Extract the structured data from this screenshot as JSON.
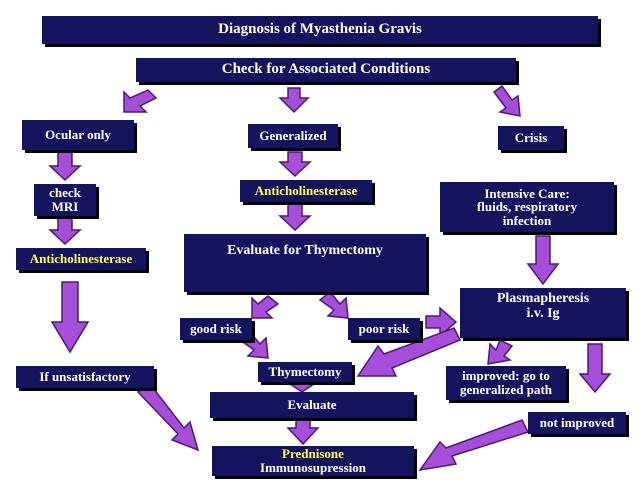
{
  "colors": {
    "box_bg": "#14145e",
    "box_text": "#ffffff",
    "highlight_text": "#ffff4d",
    "arrow_fill": "#a64dd9",
    "arrow_stroke": "#4b1a78"
  },
  "title": "Diagnosis of Myasthenia Gravis",
  "subtitle": "Check for Associated Conditions",
  "ocular": {
    "label": "Ocular only",
    "check_line1": "check",
    "check_line2": "MRI",
    "treatment": "Anticholinesterase",
    "fallback": "If unsatisfactory"
  },
  "generalized": {
    "label": "Generalized",
    "treatment": "Anticholinesterase",
    "evaluate_thymectomy": "Evaluate for Thymectomy",
    "good_risk": "good risk",
    "poor_risk": "poor risk",
    "thymectomy": "Thymectomy",
    "evaluate": "Evaluate"
  },
  "crisis": {
    "label": "Crisis",
    "icu_line1": "Intensive Care:",
    "icu_line2": "fluids, respiratory",
    "icu_line3": "infection",
    "plasma_line1": "Plasmapheresis",
    "plasma_line2": "i.v. Ig",
    "improved_line1": "improved: go to",
    "improved_line2": "generalized path",
    "not_improved": "not improved"
  },
  "final": {
    "line1": "Prednisone",
    "line2": "Immunosupression"
  },
  "icons": [
    "arrow-down-icon",
    "arrow-diagonal-icon"
  ]
}
